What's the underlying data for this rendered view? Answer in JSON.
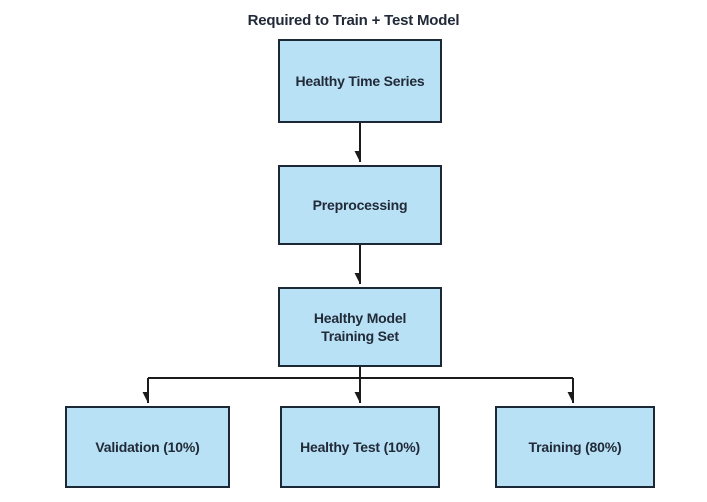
{
  "diagram": {
    "title": "Required to Train + Test Model",
    "nodes": [
      {
        "id": "healthy-time-series",
        "label": "Healthy Time Series"
      },
      {
        "id": "preprocessing",
        "label": "Preprocessing"
      },
      {
        "id": "healthy-model-training-set",
        "label": "Healthy Model Training Set"
      },
      {
        "id": "validation",
        "label": "Validation (10%)"
      },
      {
        "id": "healthy-test",
        "label": "Healthy Test (10%)"
      },
      {
        "id": "training",
        "label": "Training (80%)"
      }
    ],
    "edges": [
      {
        "from": "healthy-time-series",
        "to": "preprocessing"
      },
      {
        "from": "preprocessing",
        "to": "healthy-model-training-set"
      },
      {
        "from": "healthy-model-training-set",
        "to": "validation"
      },
      {
        "from": "healthy-model-training-set",
        "to": "healthy-test"
      },
      {
        "from": "healthy-model-training-set",
        "to": "training"
      }
    ],
    "colors": {
      "node_fill": "#b9e1f5",
      "node_border": "#1d2836",
      "arrow": "#1b1b1b",
      "text": "#212a38",
      "background": "#ffffff"
    }
  }
}
